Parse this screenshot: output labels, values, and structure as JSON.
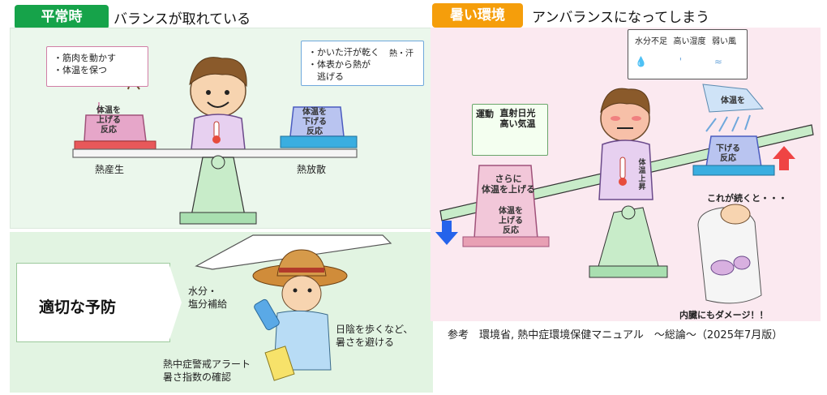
{
  "header": {
    "normal_badge": "平常時",
    "normal_desc": "バランスが取れている",
    "hot_badge": "暑い環境",
    "hot_desc": "アンバランスになってしまう"
  },
  "normal": {
    "left_bubble": [
      "・筋肉を動かす",
      "・体温を保つ"
    ],
    "right_bubble": [
      "・かいた汗が乾く",
      "・体表から熱が",
      "　逃げる"
    ],
    "right_icon_label": "熱・汗",
    "left_cup": [
      "体温を",
      "上げる",
      "反応"
    ],
    "right_cup": [
      "体温を",
      "下げる",
      "反応"
    ],
    "left_label": "熱産生",
    "right_label": "熱放散"
  },
  "prevention": {
    "title": "適切な予防",
    "water": [
      "水分・",
      "塩分補給"
    ],
    "shade": [
      "日陰を歩くなど、",
      "暑さを避ける"
    ],
    "alert": [
      "熱中症警戒アラート",
      "暑さ指数の確認"
    ]
  },
  "hot": {
    "env_labels": [
      "水分不足",
      "高い湿度",
      "弱い風"
    ],
    "cause_labels": [
      "運動",
      "直射日光",
      "高い気温"
    ],
    "raise_more": [
      "さらに",
      "体温を上げる"
    ],
    "left_cup": [
      "体温を",
      "上げる",
      "反応"
    ],
    "right_cup": [
      "下げる",
      "反応"
    ],
    "fan_label": "体温を",
    "body_text": [
      "体",
      "温",
      "上",
      "昇"
    ],
    "continue_label": "これが続くと・・・",
    "organ_damage": "内臓にもダメージ！！"
  },
  "source": "参考　環境省, 熱中症環境保健マニュアル　～総論～（2025年7月版）",
  "colors": {
    "normal_green": "#16a34a",
    "hot_orange": "#f59e0b",
    "arrow_red": "#ef4444",
    "arrow_blue": "#2563eb"
  }
}
